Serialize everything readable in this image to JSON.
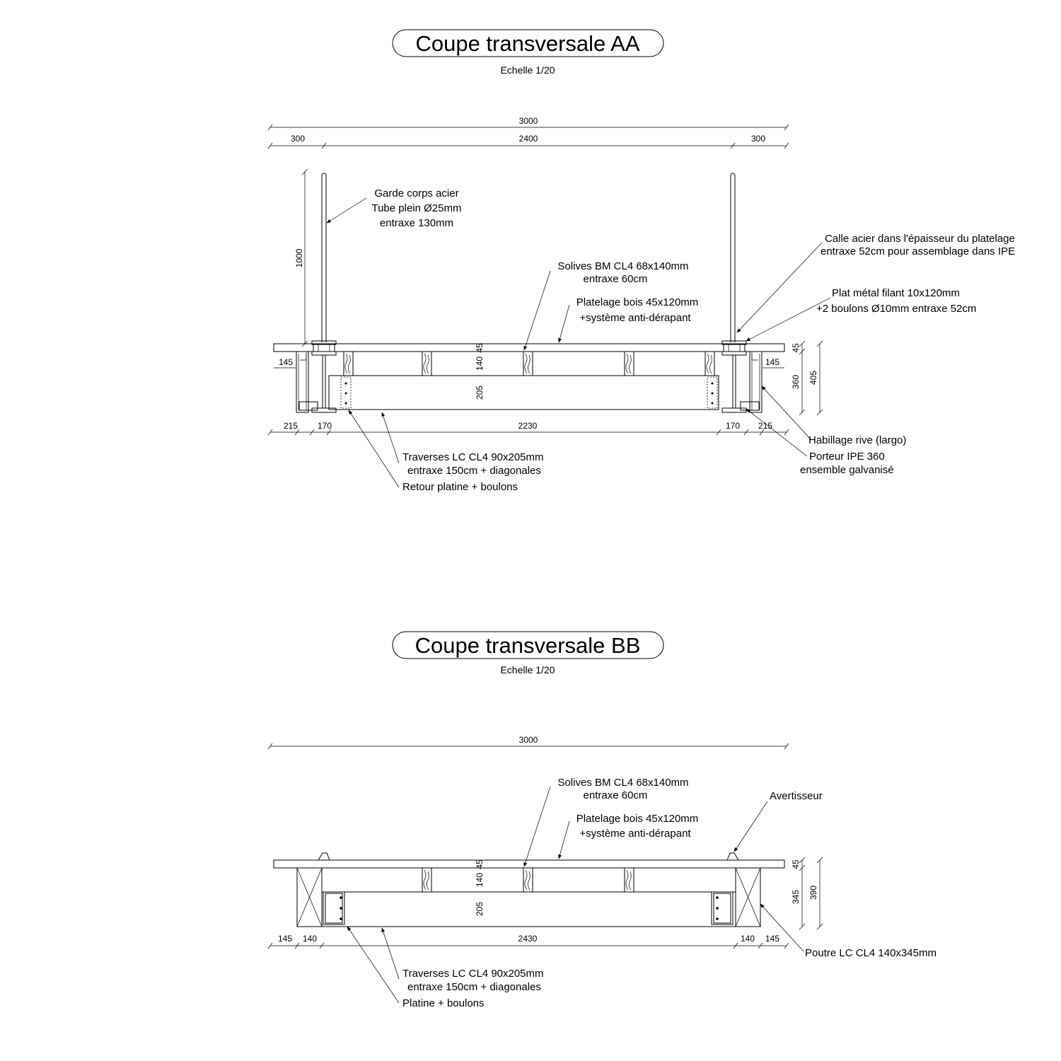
{
  "sections": [
    {
      "title": "Coupe transversale AA",
      "scale": "Echelle 1/20",
      "dims": {
        "total": "3000",
        "left": "300",
        "middle": "2400",
        "right": "300",
        "height_rail": "1000",
        "deck": "45",
        "joist": "140",
        "beam_h": "205",
        "side_h": "360",
        "total_h": "405",
        "hab_left": "145",
        "hab_right": "145",
        "b_215_left": "215",
        "b_170_left": "170",
        "b_2230": "2230",
        "b_170_right": "170",
        "b_215_right": "215"
      },
      "labels": {
        "garde1": "Garde corps acier",
        "garde2": "Tube plein Ø25mm",
        "garde3": "entraxe 130mm",
        "calle1": "Calle acier dans l'épaisseur du platelage",
        "calle2": "entraxe 52cm pour assemblage dans IPE",
        "solives1": "Solives BM CL4 68x140mm",
        "solives2": "entraxe 60cm",
        "platelage1": "Platelage bois 45x120mm",
        "platelage2": "+système anti-dérapant",
        "plat1": "Plat métal filant  10x120mm",
        "plat2": "+2 boulons Ø10mm entraxe 52cm",
        "hab": "Habillage rive (largo)",
        "porteur1": "Porteur IPE 360",
        "porteur2": "ensemble galvanisé",
        "trav1": "Traverses LC CL4 90x205mm",
        "trav2": "entraxe 150cm + diagonales",
        "retour": "Retour platine + boulons"
      }
    },
    {
      "title": "Coupe transversale BB",
      "scale": "Echelle 1/20",
      "dims": {
        "total": "3000",
        "deck": "45",
        "joist": "140",
        "beam_h": "205",
        "side_h": "345",
        "total_h": "390",
        "b_145_left": "145",
        "b_140_left": "140",
        "b_2430": "2430",
        "b_140_right": "140",
        "b_145_right": "145"
      },
      "labels": {
        "solives1": "Solives BM CL4 68x140mm",
        "solives2": "entraxe 60cm",
        "platelage1": "Platelage bois 45x120mm",
        "platelage2": "+système anti-dérapant",
        "avert": "Avertisseur",
        "poutre": "Poutre LC CL4 140x345mm",
        "trav1": "Traverses LC CL4 90x205mm",
        "trav2": "entraxe 150cm + diagonales",
        "platine": "Platine + boulons"
      }
    }
  ]
}
